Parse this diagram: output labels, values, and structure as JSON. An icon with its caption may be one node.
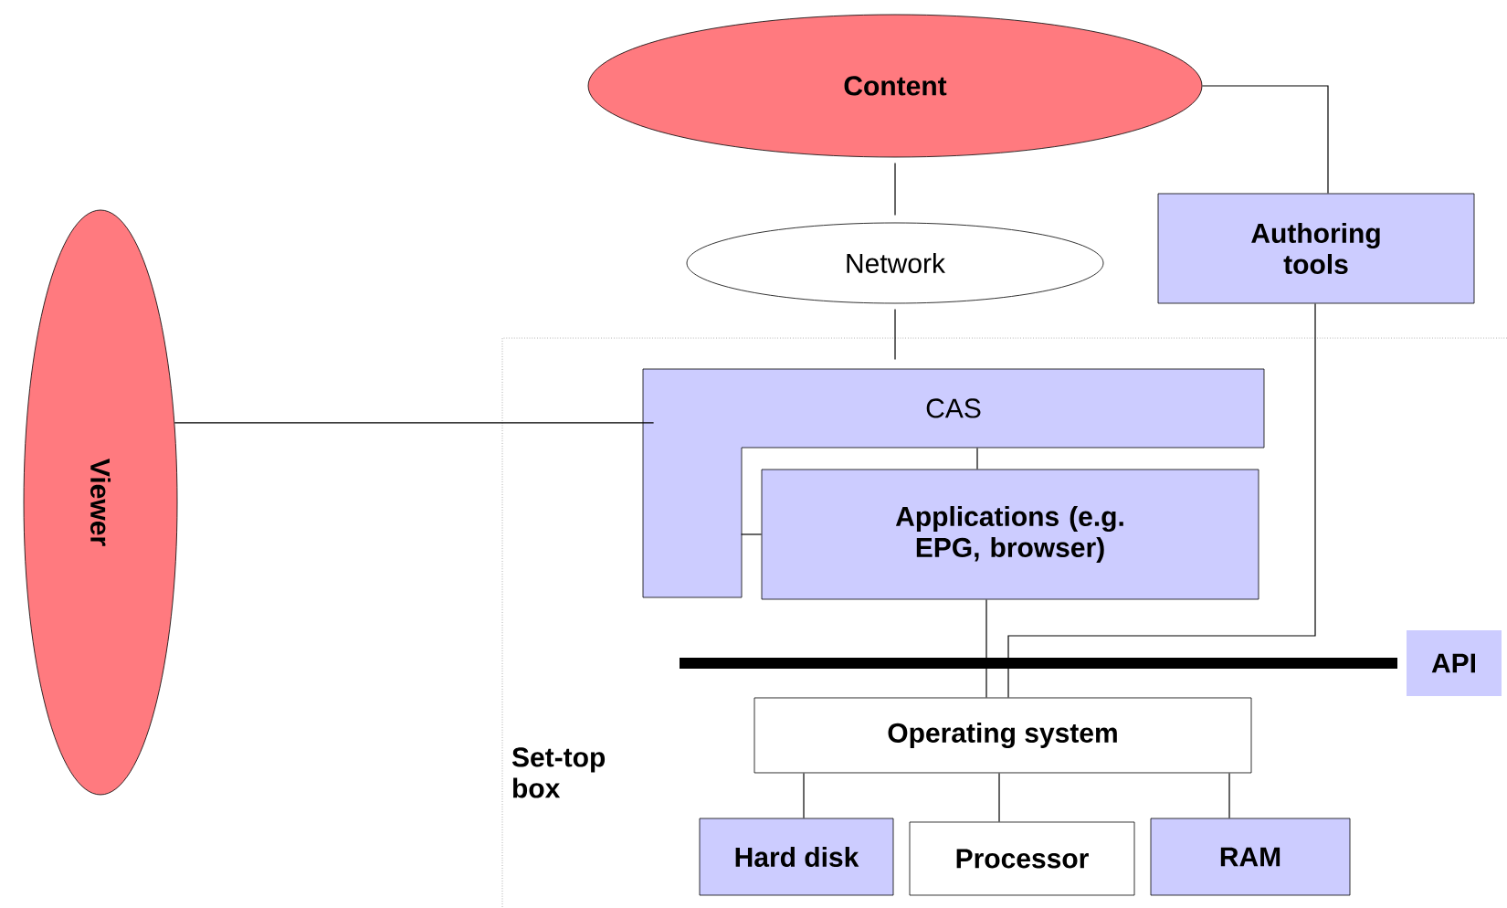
{
  "diagram": {
    "nodes": [
      {
        "text": [
          "Content"
        ]
      },
      {
        "text": [
          "Network"
        ]
      },
      {
        "text": [
          "Authoring tools"
        ]
      },
      {
        "text": [
          "Viewer"
        ]
      },
      {
        "text": [
          "Set-top box"
        ]
      },
      {
        "text": [
          "CAS"
        ],
        "in": 4
      },
      {
        "text": [
          "Applications (e.g. EPG, browser)"
        ],
        "in": 4
      },
      {
        "text": [
          "API"
        ],
        "in": 4
      },
      {
        "text": [
          "Operating system"
        ],
        "in": 4
      },
      {
        "text": [
          "Hard disk"
        ],
        "in": 4
      },
      {
        "text": [
          "Processor"
        ],
        "in": 4
      },
      {
        "text": [
          "RAM"
        ],
        "in": 4
      }
    ],
    "edges": [
      {
        "from": 0,
        "to": 1,
        "arrow": "none"
      },
      {
        "from": 1,
        "to": 5,
        "arrow": "none"
      },
      {
        "from": 0,
        "to": 2,
        "arrow": "none"
      },
      {
        "from": 2,
        "to": 8,
        "arrow": "none"
      },
      {
        "from": 3,
        "to": 5,
        "arrow": "none"
      },
      {
        "from": 5,
        "to": 6,
        "arrow": "none"
      },
      {
        "from": 5,
        "to": 6,
        "arrow": "none"
      },
      {
        "from": 6,
        "to": 8,
        "arrow": "none"
      },
      {
        "from": 8,
        "to": 9,
        "arrow": "none"
      },
      {
        "from": 8,
        "to": 10,
        "arrow": "none"
      },
      {
        "from": 8,
        "to": 11,
        "arrow": "none"
      }
    ]
  }
}
